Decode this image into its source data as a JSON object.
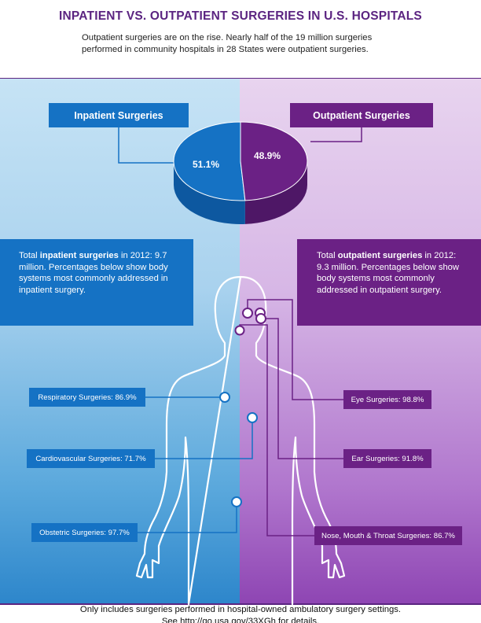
{
  "title": "INPATIENT VS. OUTPATIENT SURGERIES IN U.S. HOSPITALS",
  "subtitle": "Outpatient surgeries are on the rise.  Nearly half of the 19 million surgeries performed in community hospitals in 28 States were outpatient surgeries.",
  "colors": {
    "inpatient": "#1572c4",
    "outpatient": "#6b2185",
    "title": "#5b2481"
  },
  "headers": {
    "inpatient": "Inpatient Surgeries",
    "outpatient": "Outpatient Surgeries"
  },
  "totals": {
    "inpatient": {
      "prefix": "Total ",
      "bold": "inpatient surgeries",
      "suffix": " in 2012: 9.7 million. Percentages below show body systems most commonly addressed in inpatient surgery."
    },
    "outpatient": {
      "prefix": "Total ",
      "bold": "outpatient surgeries",
      "suffix": " in 2012: 9.3 million. Percentages below show body systems most commonly addressed in outpatient surgery."
    }
  },
  "chart_data": {
    "type": "pie",
    "title": "",
    "slices": [
      {
        "label": "Inpatient Surgeries",
        "value": 51.1,
        "display": "51.1%",
        "color": "#1572c4"
      },
      {
        "label": "Outpatient Surgeries",
        "value": 48.9,
        "display": "48.9%",
        "color": "#6b2185"
      }
    ],
    "callouts": {
      "inpatient": [
        {
          "label": "Respiratory Surgeries: 86.9%",
          "value": 86.9
        },
        {
          "label": "Cardiovascular Surgeries: 71.7%",
          "value": 71.7
        },
        {
          "label": "Obstetric Surgeries: 97.7%",
          "value": 97.7
        }
      ],
      "outpatient": [
        {
          "label": "Eye Surgeries: 98.8%",
          "value": 98.8
        },
        {
          "label": "Ear Surgeries: 91.8%",
          "value": 91.8
        },
        {
          "label": "Nose, Mouth & Throat Surgeries: 86.7%",
          "value": 86.7
        }
      ]
    }
  },
  "footer": {
    "line1": "Only includes surgeries performed in hospital-owned ambulatory surgery settings.",
    "line2": "See http://go.usa.gov/33XGh for details."
  }
}
